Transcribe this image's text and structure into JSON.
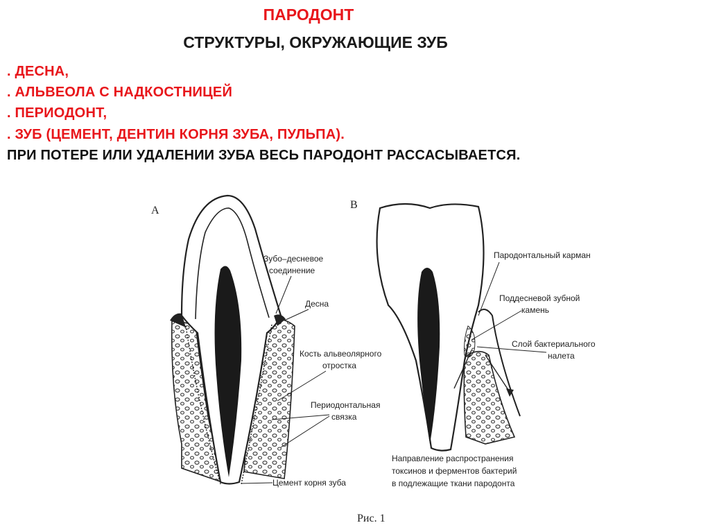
{
  "title": "ПАРОДОНТ",
  "subtitle": "СТРУКТУРЫ, ОКРУЖАЮЩИЕ ЗУБ",
  "items": [
    ". ДЕСНА,",
    ". АЛЬВЕОЛА С НАДКОСТНИЦЕЙ",
    ". ПЕРИОДОНТ,",
    ". ЗУБ (ЦЕМЕНТ, ДЕНТИН КОРНЯ ЗУБА, ПУЛЬПА)."
  ],
  "note": "ПРИ ПОТЕРЕ ИЛИ УДАЛЕНИИ ЗУБА ВЕСЬ ПАРОДОНТ РАССАСЫВАЕТСЯ.",
  "colors": {
    "accent": "#e8161b",
    "text": "#111111"
  },
  "figure": {
    "panel_a": "А",
    "panel_b": "В",
    "caption": "Рис. 1",
    "labels_a": {
      "junction_1": "Зубо–десневое",
      "junction_2": "соединение",
      "gum": "Десна",
      "bone_1": "Кость альвеолярного",
      "bone_2": "отростка",
      "ligament_1": "Периодонтальная",
      "ligament_2": "связка",
      "cement": "Цемент корня зуба"
    },
    "labels_b": {
      "pocket": "Пародонтальный карман",
      "calculus_1": "Поддесневой зубной",
      "calculus_2": "камень",
      "plaque_1": "Слой бактериального",
      "plaque_2": "налета",
      "direction_1": "Направление распространения",
      "direction_2": "токсинов и ферментов бактерий",
      "direction_3": "в подлежащие ткани пародонта"
    }
  }
}
